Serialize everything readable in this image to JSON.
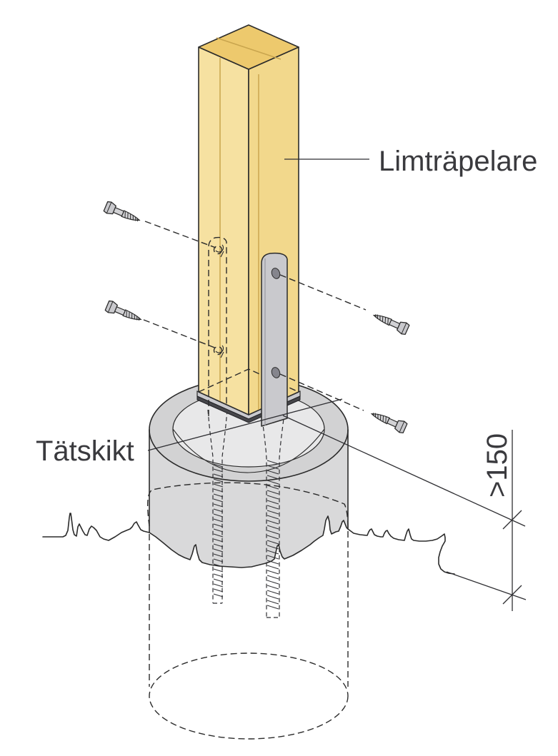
{
  "figure": {
    "title": "Glulam column base on concrete pier foundation",
    "labels": {
      "column_label": "Limträpelare",
      "membrane_label": "Tätskikt",
      "dimension_value": ">150"
    },
    "colors": {
      "wood_top": "#edc96d",
      "wood_left": "#f6e1a1",
      "wood_right": "#f2d88c",
      "steel": "#c9c9cd",
      "steel_hole": "#85858d",
      "membrane": "#46464a",
      "concrete_ring": "#d2d2d3",
      "concrete_inner": "#e8e8e9",
      "concrete_side": "#d9d9da",
      "line": "#2b2b2b",
      "text": "#3a3a3e"
    }
  }
}
